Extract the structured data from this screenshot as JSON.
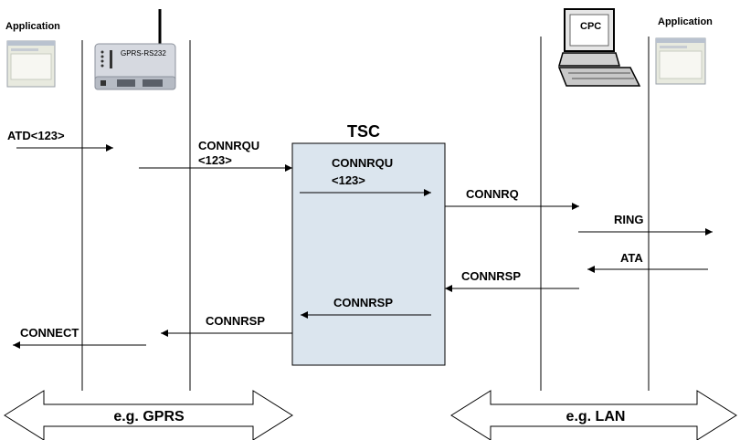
{
  "labels": {
    "app_left": "Application",
    "app_right": "Application",
    "cpc": "CPC",
    "modem": "GPRS-RS232",
    "tsc": "TSC"
  },
  "messages": {
    "atd": "ATD<123>",
    "connrqu_out_1": "CONNRQU",
    "connrqu_out_2": "<123>",
    "connrqu_in_1": "CONNRQU",
    "connrqu_in_2": "<123>",
    "connrq": "CONNRQ",
    "ring": "RING",
    "ata": "ATA",
    "connrsp_lan": "CONNRSP",
    "connrsp_tsc": "CONNRSP",
    "connrsp_gprs": "CONNRSP",
    "connect": "CONNECT"
  },
  "networks": {
    "left": "e.g. GPRS",
    "right": "e.g. LAN"
  },
  "colors": {
    "tsc_fill": "#dbe5ee",
    "line": "#000000",
    "screen_fill": "#e8eadf",
    "device_fill": "#d6d9e0"
  }
}
